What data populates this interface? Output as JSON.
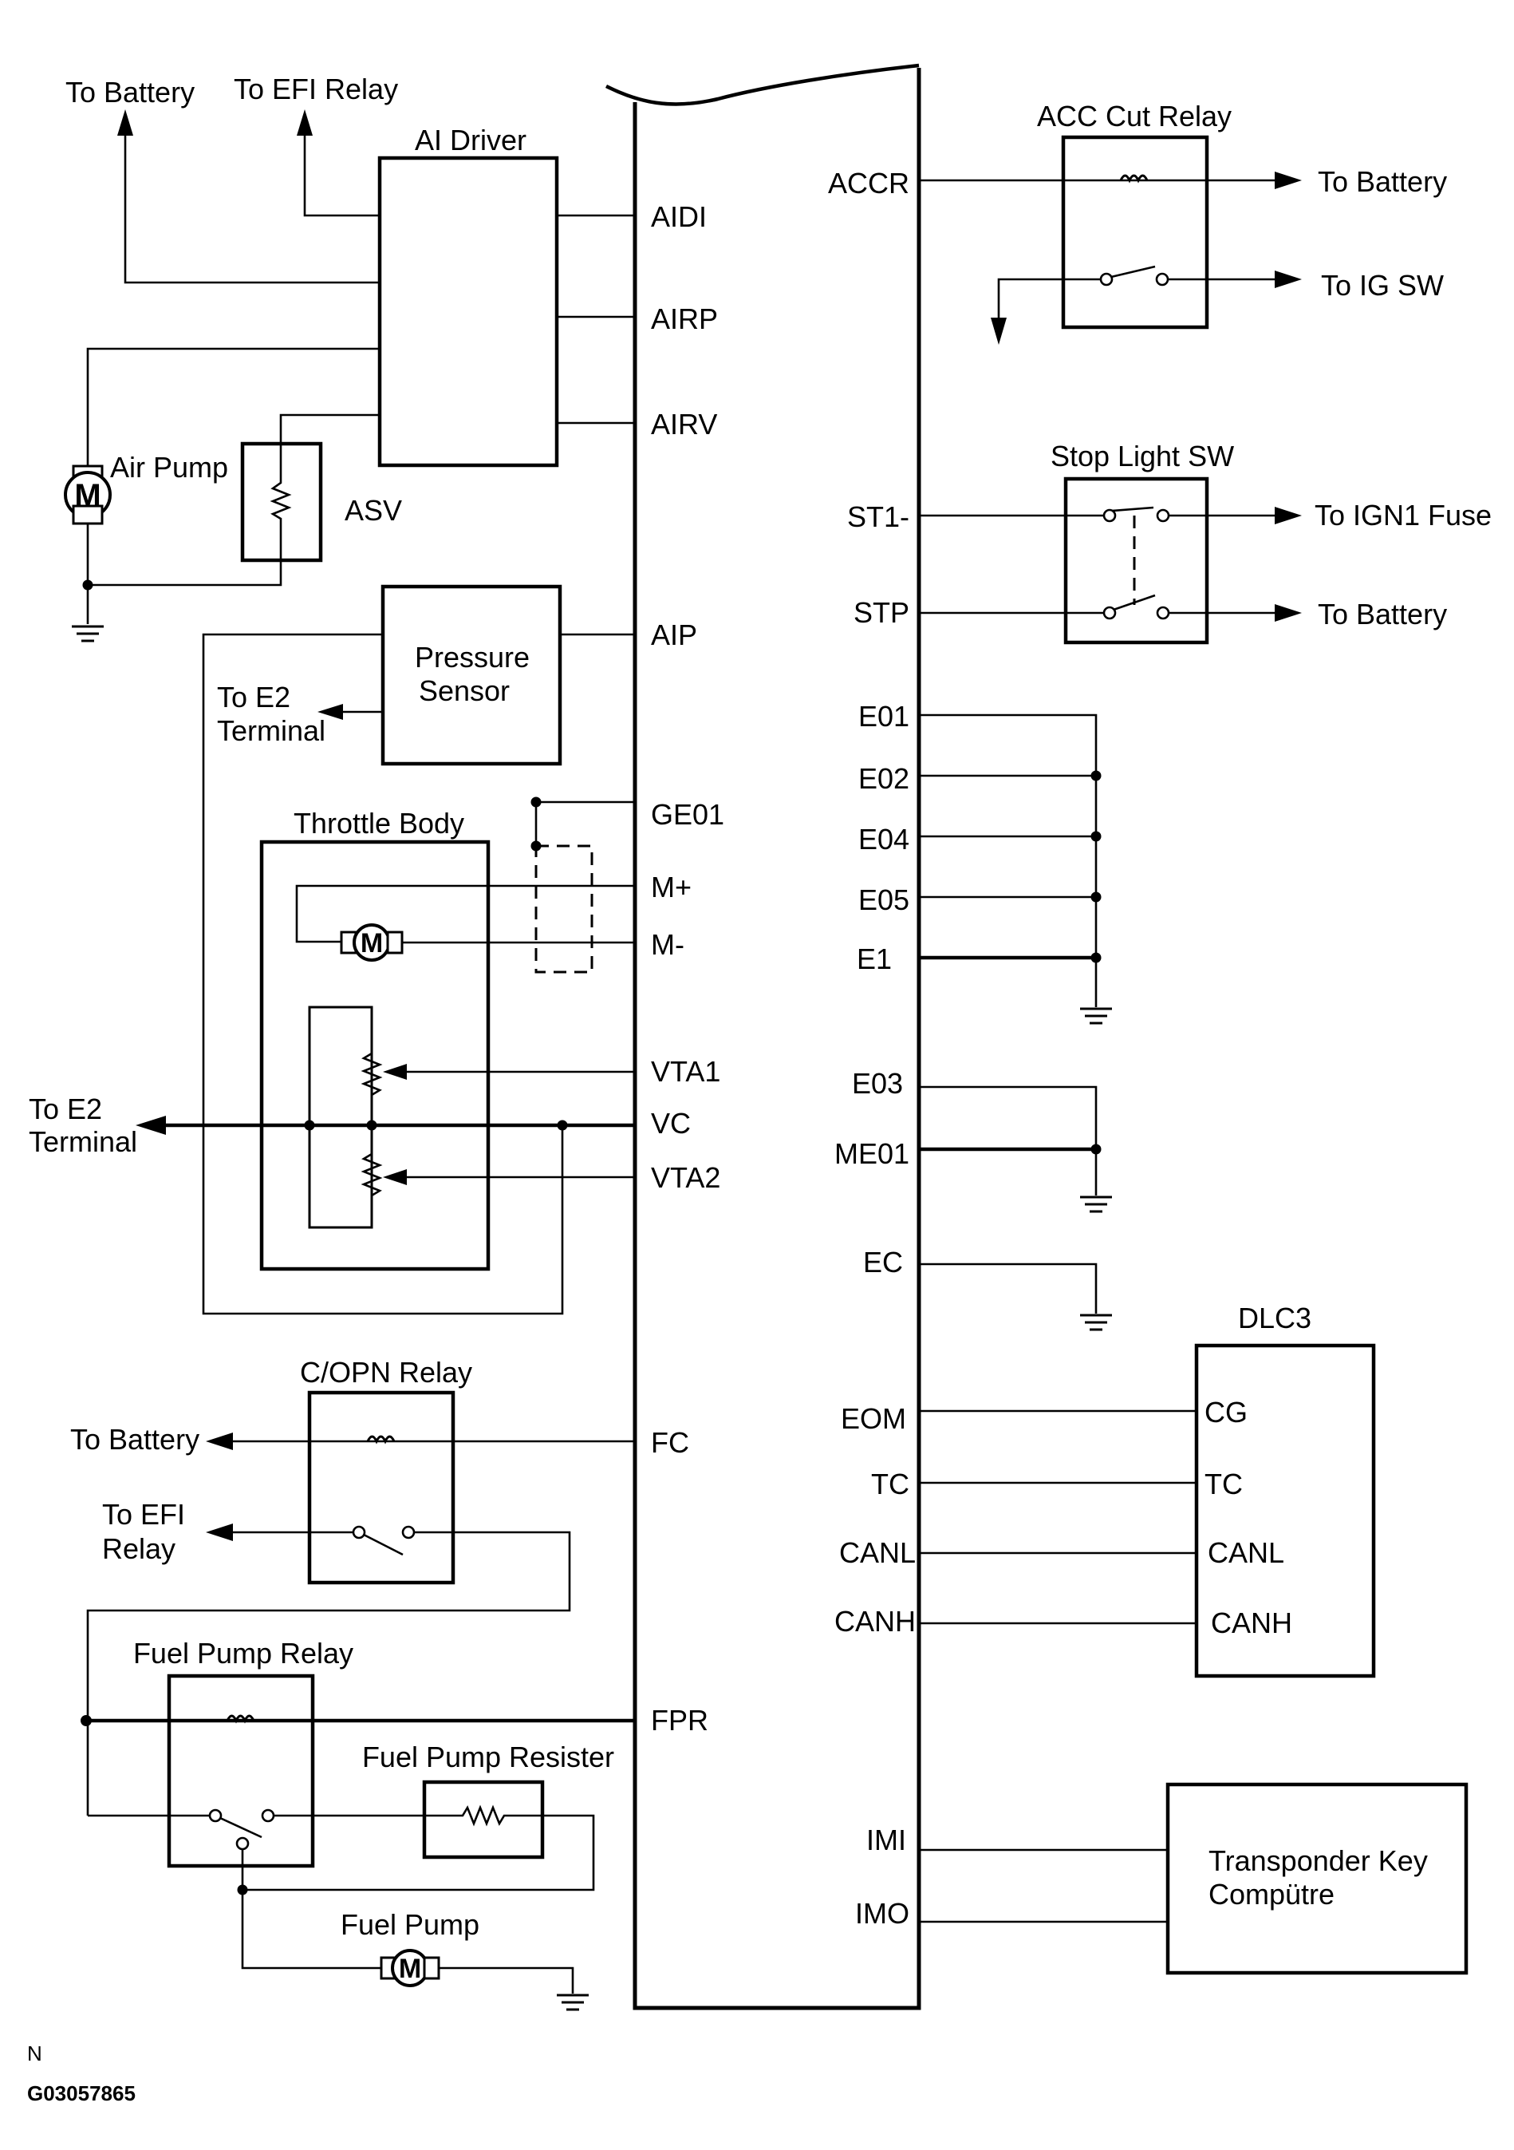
{
  "components": {
    "ai_driver": "AI Driver",
    "acc_cut_relay": "ACC Cut Relay",
    "stop_light_sw": "Stop Light SW",
    "air_pump": "Air Pump",
    "asv": "ASV",
    "pressure_sensor_line1": "Pressure",
    "pressure_sensor_line2": "Sensor",
    "throttle_body": "Throttle Body",
    "copn_relay": "C/OPN Relay",
    "fuel_pump_relay": "Fuel Pump Relay",
    "fuel_pump_resister": "Fuel Pump Resister",
    "fuel_pump": "Fuel Pump",
    "dlc3": "DLC3",
    "transponder_line1": "Transponder Key",
    "transponder_line2": "Compütre",
    "motor_symbol": "M"
  },
  "destinations": {
    "to_battery": "To Battery",
    "to_efi_relay": "To EFI Relay",
    "to_ig_sw": "To IG SW",
    "to_ign1_fuse": "To IGN1 Fuse",
    "to_e2_line1": "To E2",
    "to_e2_line2": "Terminal",
    "to_efi_line1": "To EFI",
    "to_efi_line2": "Relay"
  },
  "ecu_left_pins": {
    "aidi": "AIDI",
    "airp": "AIRP",
    "airv": "AIRV",
    "aip": "AIP",
    "ge01": "GE01",
    "m_plus": "M+",
    "m_minus": "M-",
    "vta1": "VTA1",
    "vc": "VC",
    "vta2": "VTA2",
    "fc": "FC",
    "fpr": "FPR"
  },
  "ecu_right_pins": {
    "accr": "ACCR",
    "st1": "ST1-",
    "stp": "STP",
    "e01": "E01",
    "e02": "E02",
    "e04": "E04",
    "e05": "E05",
    "e1": "E1",
    "e03": "E03",
    "me01": "ME01",
    "ec": "EC",
    "eom": "EOM",
    "tc": "TC",
    "canl": "CANL",
    "canh": "CANH",
    "imi": "IMI",
    "imo": "IMO"
  },
  "dlc3_pins": {
    "cg": "CG",
    "tc": "TC",
    "canl": "CANL",
    "canh": "CANH"
  },
  "footer": {
    "orientation": "N",
    "figure_id": "G03057865"
  }
}
